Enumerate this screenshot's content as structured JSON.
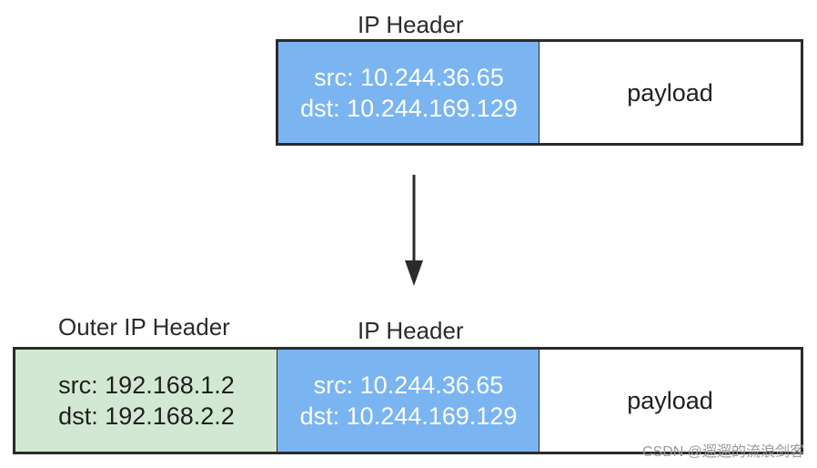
{
  "top": {
    "header_label": "IP Header",
    "inner_header": {
      "src": "src: 10.244.36.65",
      "dst": "dst: 10.244.169.129",
      "color": "#7ab5f2"
    },
    "payload": "payload"
  },
  "bottom": {
    "outer_label": "Outer IP Header",
    "header_label": "IP Header",
    "outer_header": {
      "src": "src: 192.168.1.2",
      "dst": "dst: 192.168.2.2",
      "color": "#d2e8d2"
    },
    "inner_header": {
      "src": "src: 10.244.36.65",
      "dst": "dst: 10.244.169.129",
      "color": "#7ab5f2"
    },
    "payload": "payload"
  },
  "arrow": {
    "icon": "arrow-down-icon"
  },
  "watermark": "CSDN @遛遛的流浪剑客"
}
